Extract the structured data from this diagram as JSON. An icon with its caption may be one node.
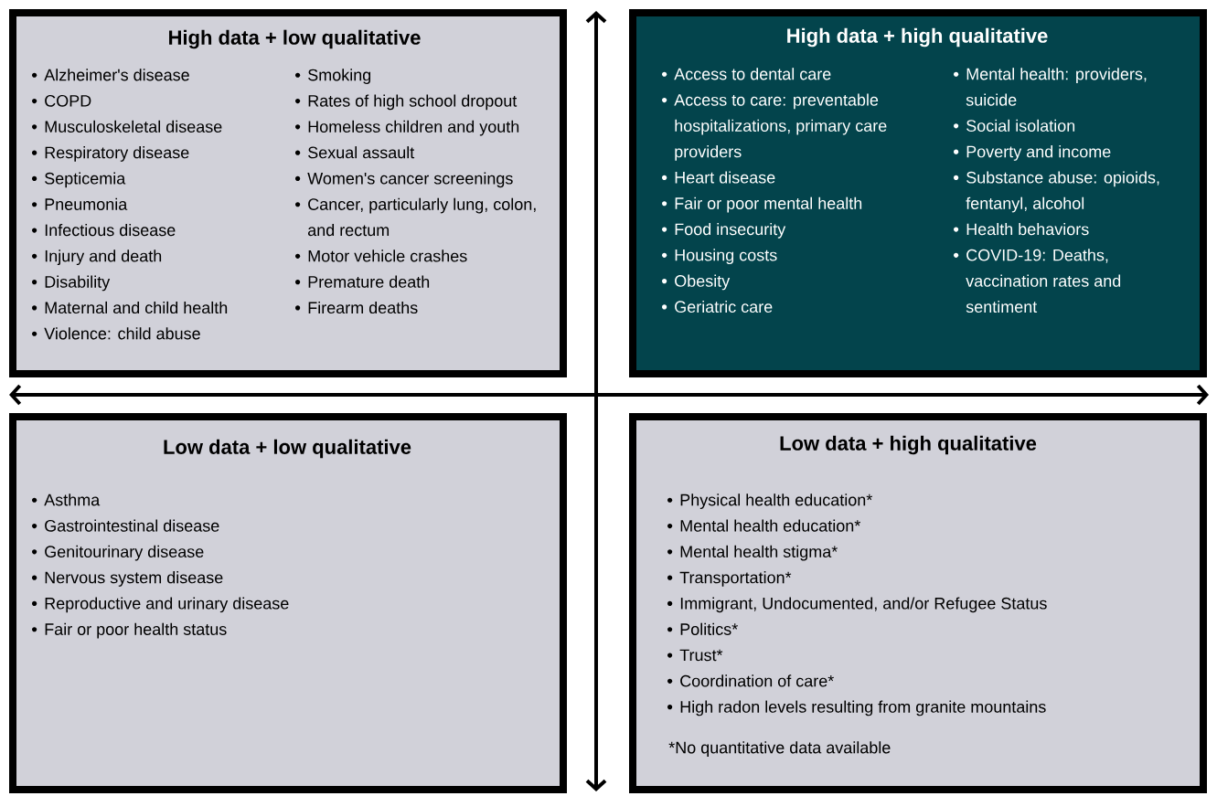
{
  "diagram": {
    "nodes": [
      {
        "text": [
          "High data + low qualitative",
          "Alzheimer's disease",
          "COPD",
          "Musculoskeletal disease",
          "Respiratory disease",
          "Septicemia",
          "Pneumonia",
          "Infectious disease",
          "Injury and death",
          "Disability",
          "Maternal and child health",
          "Violence: child abuse",
          "Smoking",
          "Rates of high school dropout",
          "Homeless children and youth",
          "Sexual assault",
          "Women's cancer screenings",
          "Cancer, particularly lung, colon, and rectum",
          "Motor vehicle crashes",
          "Premature death",
          "Firearm deaths"
        ]
      },
      {
        "text": [
          "High data + high qualitative",
          "Access to dental care",
          "Access to care: preventable hospitalizations, primary care providers",
          "Heart disease",
          "Fair or poor mental health",
          "Food insecurity",
          "Housing costs",
          "Obesity",
          "Geriatric care",
          "Mental health: providers, suicide",
          "Social isolation",
          "Poverty and income",
          "Substance abuse: opioids, fentanyl, alcohol",
          "Health behaviors",
          "COVID-19: Deaths, vaccination rates and sentiment"
        ]
      },
      {
        "text": [
          "Low data + low qualitative",
          "Asthma",
          "Gastrointestinal disease",
          "Genitourinary disease",
          "Nervous system disease",
          "Reproductive and urinary disease",
          "Fair or poor health status"
        ]
      },
      {
        "text": [
          "Low data + high qualitative",
          "Physical health education*",
          "Mental health education*",
          "Mental health stigma*",
          "Transportation*",
          "Immigrant, Undocumented, and/or Refugee Status",
          "Politics*",
          "Trust*",
          "Coordination of care*",
          "High radon levels resulting from granite mountains",
          "*No quantitative data available"
        ]
      }
    ]
  }
}
